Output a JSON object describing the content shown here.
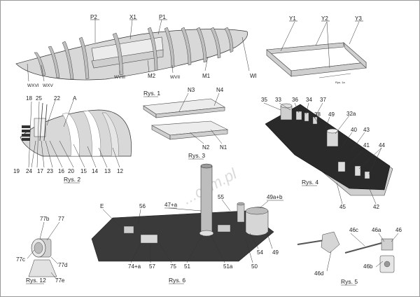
{
  "labels": {
    "p2": "P2",
    "x1": "X1",
    "p1": "P1",
    "m1": "M1",
    "m2": "M2",
    "wi": "WI",
    "wvii": "WVII",
    "wviii": "WVIII",
    "wxv": "WXV",
    "wxvi": "WXVI",
    "y1": "Y1",
    "y2": "Y2",
    "y3": "Y3",
    "n3": "N3",
    "n4": "N4",
    "n2": "N2",
    "n1": "N1",
    "l18": "18",
    "l25": "25",
    "l22": "22",
    "lA": "A",
    "l19": "19",
    "l24": "24",
    "l17": "17",
    "l23": "23",
    "l16": "16",
    "l20": "20",
    "l15": "15",
    "l14": "14",
    "l13": "13",
    "l12": "12",
    "l35": "35",
    "l33": "33",
    "l36": "36",
    "l34": "34",
    "l37": "37",
    "l38": "38",
    "l49a": "49",
    "l32a": "32a",
    "l40": "40",
    "l43": "43",
    "l41": "41",
    "l44": "44",
    "l45": "45",
    "l42": "42",
    "lE": "E",
    "l56": "56",
    "l47ab": "47+a",
    "l55": "55",
    "l49ab": "49a+b",
    "l74a": "74+a",
    "l57": "57",
    "l75": "75",
    "l51": "51",
    "l51a": "51a",
    "l50": "50",
    "l54": "54",
    "l49b": "49",
    "l77b": "77b",
    "l77": "77",
    "l77c": "77c",
    "l77d": "77d",
    "l77e": "77e",
    "l46c": "46c",
    "l46a": "46a",
    "l46": "46",
    "l46b": "46b",
    "l46d": "46d"
  },
  "captions": {
    "rys1": "Rys. 1",
    "rys2": "Rys. 2",
    "rys3": "Rys. 3",
    "rys4": "Rys. 4",
    "rys5": "Rys. 5",
    "rys6": "Rys. 6",
    "rys12": "Rys. 12"
  },
  "watermark": "...com.pl",
  "small_note": "Rys. 1a"
}
